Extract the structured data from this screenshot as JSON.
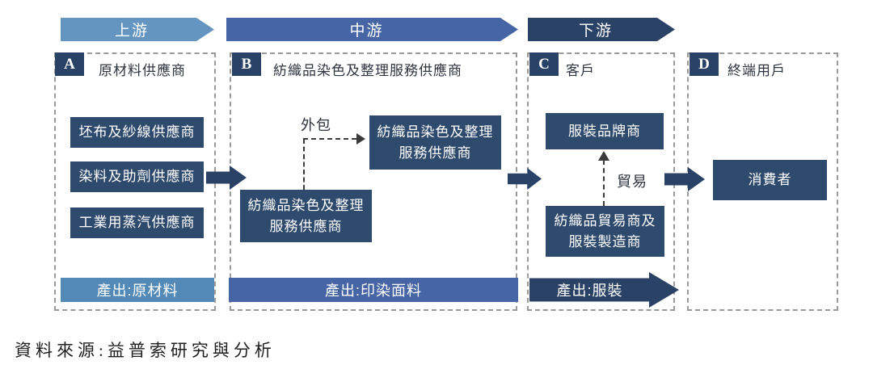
{
  "colors": {
    "light-blue": "#6495C1",
    "bar-light-blue": "#5389B6",
    "mid-blue": "#4565A4",
    "navy": "#2B4267",
    "box-navy": "#2E4A6D",
    "border-gray": "#9A9A9A",
    "title-text": "#2E3440",
    "connector": "#3A3A3A"
  },
  "flow_stages": {
    "upstream": "上游",
    "midstream": "中游",
    "downstream": "下游"
  },
  "sections": {
    "a": {
      "badge": "A",
      "title": "原材料供應商",
      "boxes": [
        "坯布及紗線供應商",
        "染料及助劑供應商",
        "工業用蒸汽供應商"
      ],
      "output": "產出:原材料"
    },
    "b": {
      "badge": "B",
      "title": "紡織品染色及整理服務供應商",
      "main_box": {
        "line1": "紡織品染色及整理",
        "line2": "服務供應商"
      },
      "outsourced_box": {
        "line1": "紡織品染色及整理",
        "line2": "服務供應商"
      },
      "outsource_label": "外包",
      "output": "產出:印染面料"
    },
    "c": {
      "badge": "C",
      "title": "客戶",
      "brand_box": "服裝品牌商",
      "trader_box": {
        "line1": "紡織品貿易商及",
        "line2": "服裝製造商"
      },
      "trade_label": "貿易",
      "output": "產出:服裝"
    },
    "d": {
      "badge": "D",
      "title": "終端用戶",
      "consumer_box": "消費者"
    }
  },
  "source_note": "資料來源:益普索研究與分析"
}
